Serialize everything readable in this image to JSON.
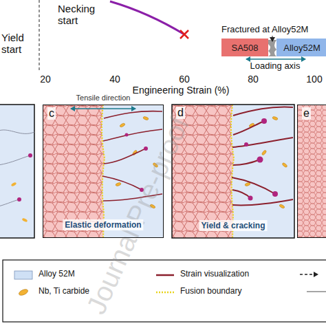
{
  "diagram": {
    "nodes": [
      {
        "text": [
          "SA508"
        ]
      },
      {
        "text": [
          "Alloy52M"
        ]
      },
      {
        "text": [
          "c",
          "Elastic deformation"
        ]
      },
      {
        "text": [
          "d",
          "Yield & cracking"
        ]
      },
      {
        "text": [
          "e"
        ]
      }
    ],
    "labels": [
      "Yield start",
      "Necking start",
      "Fractured at Alloy52M",
      "Loading axis",
      "20",
      "40",
      "60",
      "80",
      "100",
      "Engineering Strain (%)",
      "Tensile direction",
      "Journal Pre-proof"
    ],
    "legend": [
      {
        "text": "Alloy 52M",
        "color": "#cfe0f5"
      },
      {
        "text": "Nb, Ti carbide"
      },
      {
        "text": "Strain visualization"
      },
      {
        "text": "Fusion boundary"
      }
    ]
  }
}
